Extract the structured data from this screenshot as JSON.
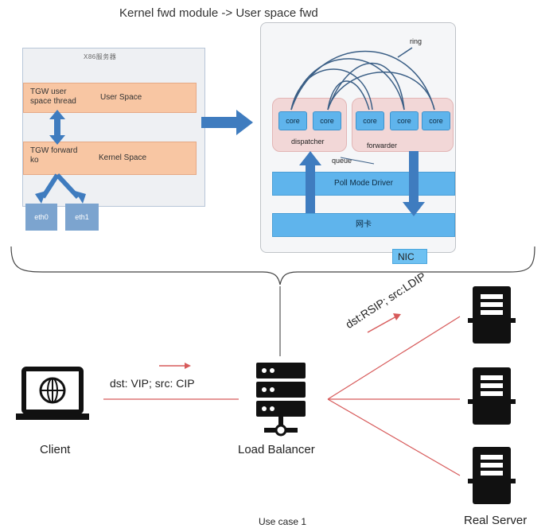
{
  "title": "Kernel fwd module -> User space fwd",
  "left_panel": {
    "title": "X86服务器",
    "user_thread": "TGW user space thread",
    "user_space": "User Space",
    "forward_ko": "TGW forward ko",
    "kernel_space": "Kernel Space",
    "eth0": "eth0",
    "eth1": "eth1"
  },
  "right_panel": {
    "ring": "ring",
    "core_label": "core",
    "dispatcher": "dispatcher",
    "forwarder": "forwarder",
    "queue": "queue",
    "pmd": "Poll Mode Driver",
    "nic_card": "网卡",
    "nic_tag": "NIC"
  },
  "bottom": {
    "client": "Client",
    "load_balancer": "Load Balancer",
    "real_server": "Real Server",
    "left_packet": "dst: VIP;  src: CIP",
    "right_packet": "dst:RSIP; src:LDIP",
    "use_case": "Use case 1"
  },
  "colors": {
    "accent_blue": "#5fb4ec",
    "arrow_blue": "#3f7cbf",
    "orange": "#f8c6a3",
    "pink": "#f2d7d7",
    "link_red": "#d75a5a"
  }
}
